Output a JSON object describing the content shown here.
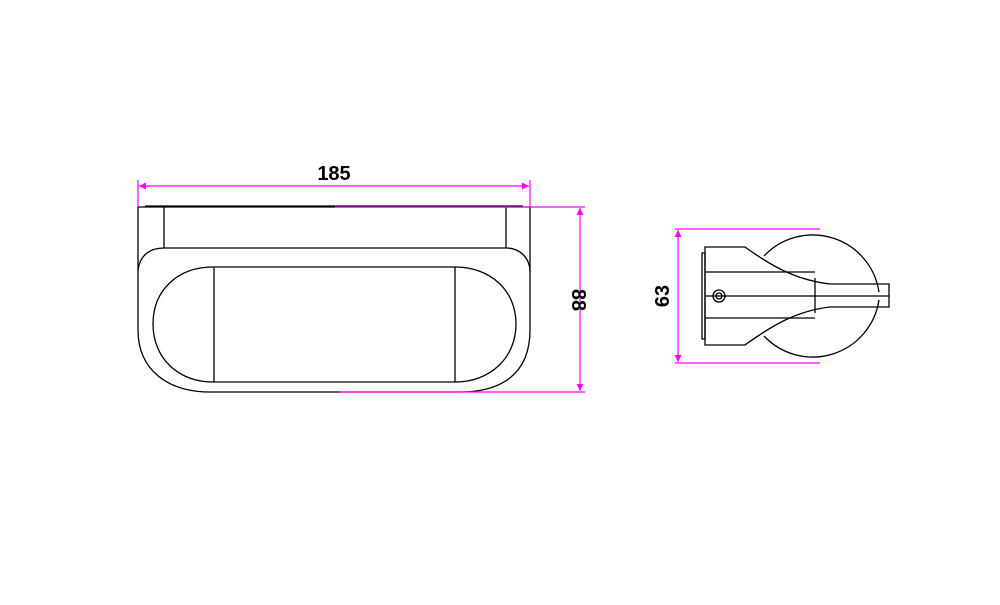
{
  "colors": {
    "outline": "#000000",
    "dimension": "#ff00ff"
  },
  "front_view": {
    "width_label": "185",
    "height_label": "88"
  },
  "side_view": {
    "depth_label": "63"
  }
}
